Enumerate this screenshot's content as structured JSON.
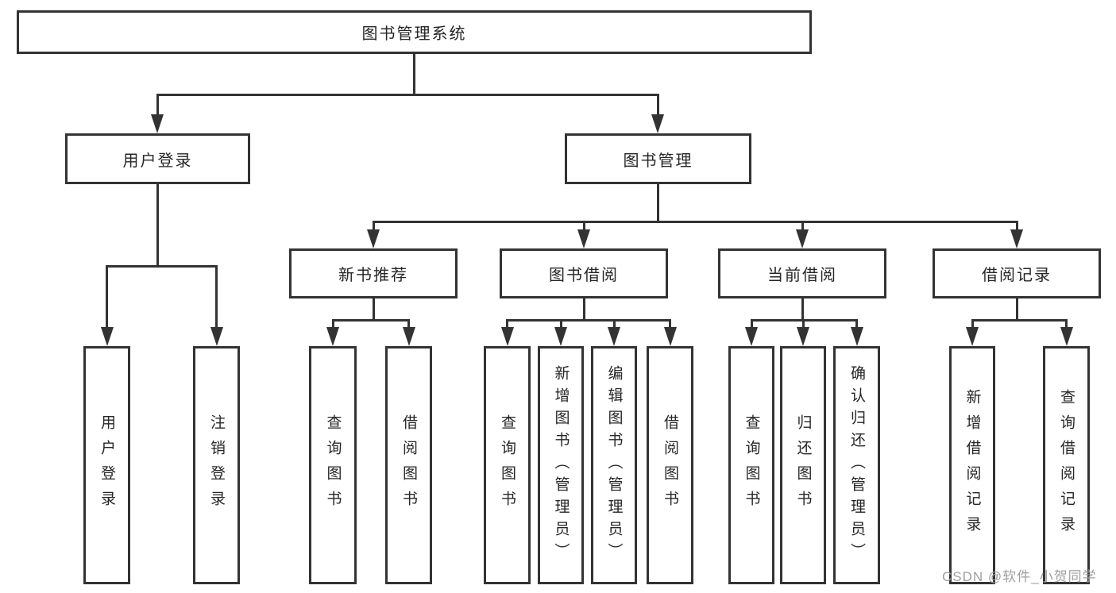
{
  "tree": {
    "root": {
      "label": "图书管理系统"
    },
    "children": [
      {
        "label": "用户登录",
        "children": [
          {
            "label": "用户登录"
          },
          {
            "label": "注销登录"
          }
        ]
      },
      {
        "label": "图书管理",
        "children": [
          {
            "label": "新书推荐",
            "children": [
              {
                "label": "查询图书"
              },
              {
                "label": "借阅图书"
              }
            ]
          },
          {
            "label": "图书借阅",
            "children": [
              {
                "label": "查询图书"
              },
              {
                "label": "新增图书（管理员）"
              },
              {
                "label": "编辑图书（管理员）"
              },
              {
                "label": "借阅图书"
              }
            ]
          },
          {
            "label": "当前借阅",
            "children": [
              {
                "label": "查询图书"
              },
              {
                "label": "归还图书"
              },
              {
                "label": "确认归还（管理员）"
              }
            ]
          },
          {
            "label": "借阅记录",
            "children": [
              {
                "label": "新增借阅记录"
              },
              {
                "label": "查询借阅记录"
              }
            ]
          }
        ]
      }
    ]
  },
  "watermark": {
    "text": "CSDN @软件_小贺同学"
  },
  "colors": {
    "line": "#333333",
    "text": "#262626",
    "watermark": "#9f9f9f",
    "background": "#ffffff"
  }
}
